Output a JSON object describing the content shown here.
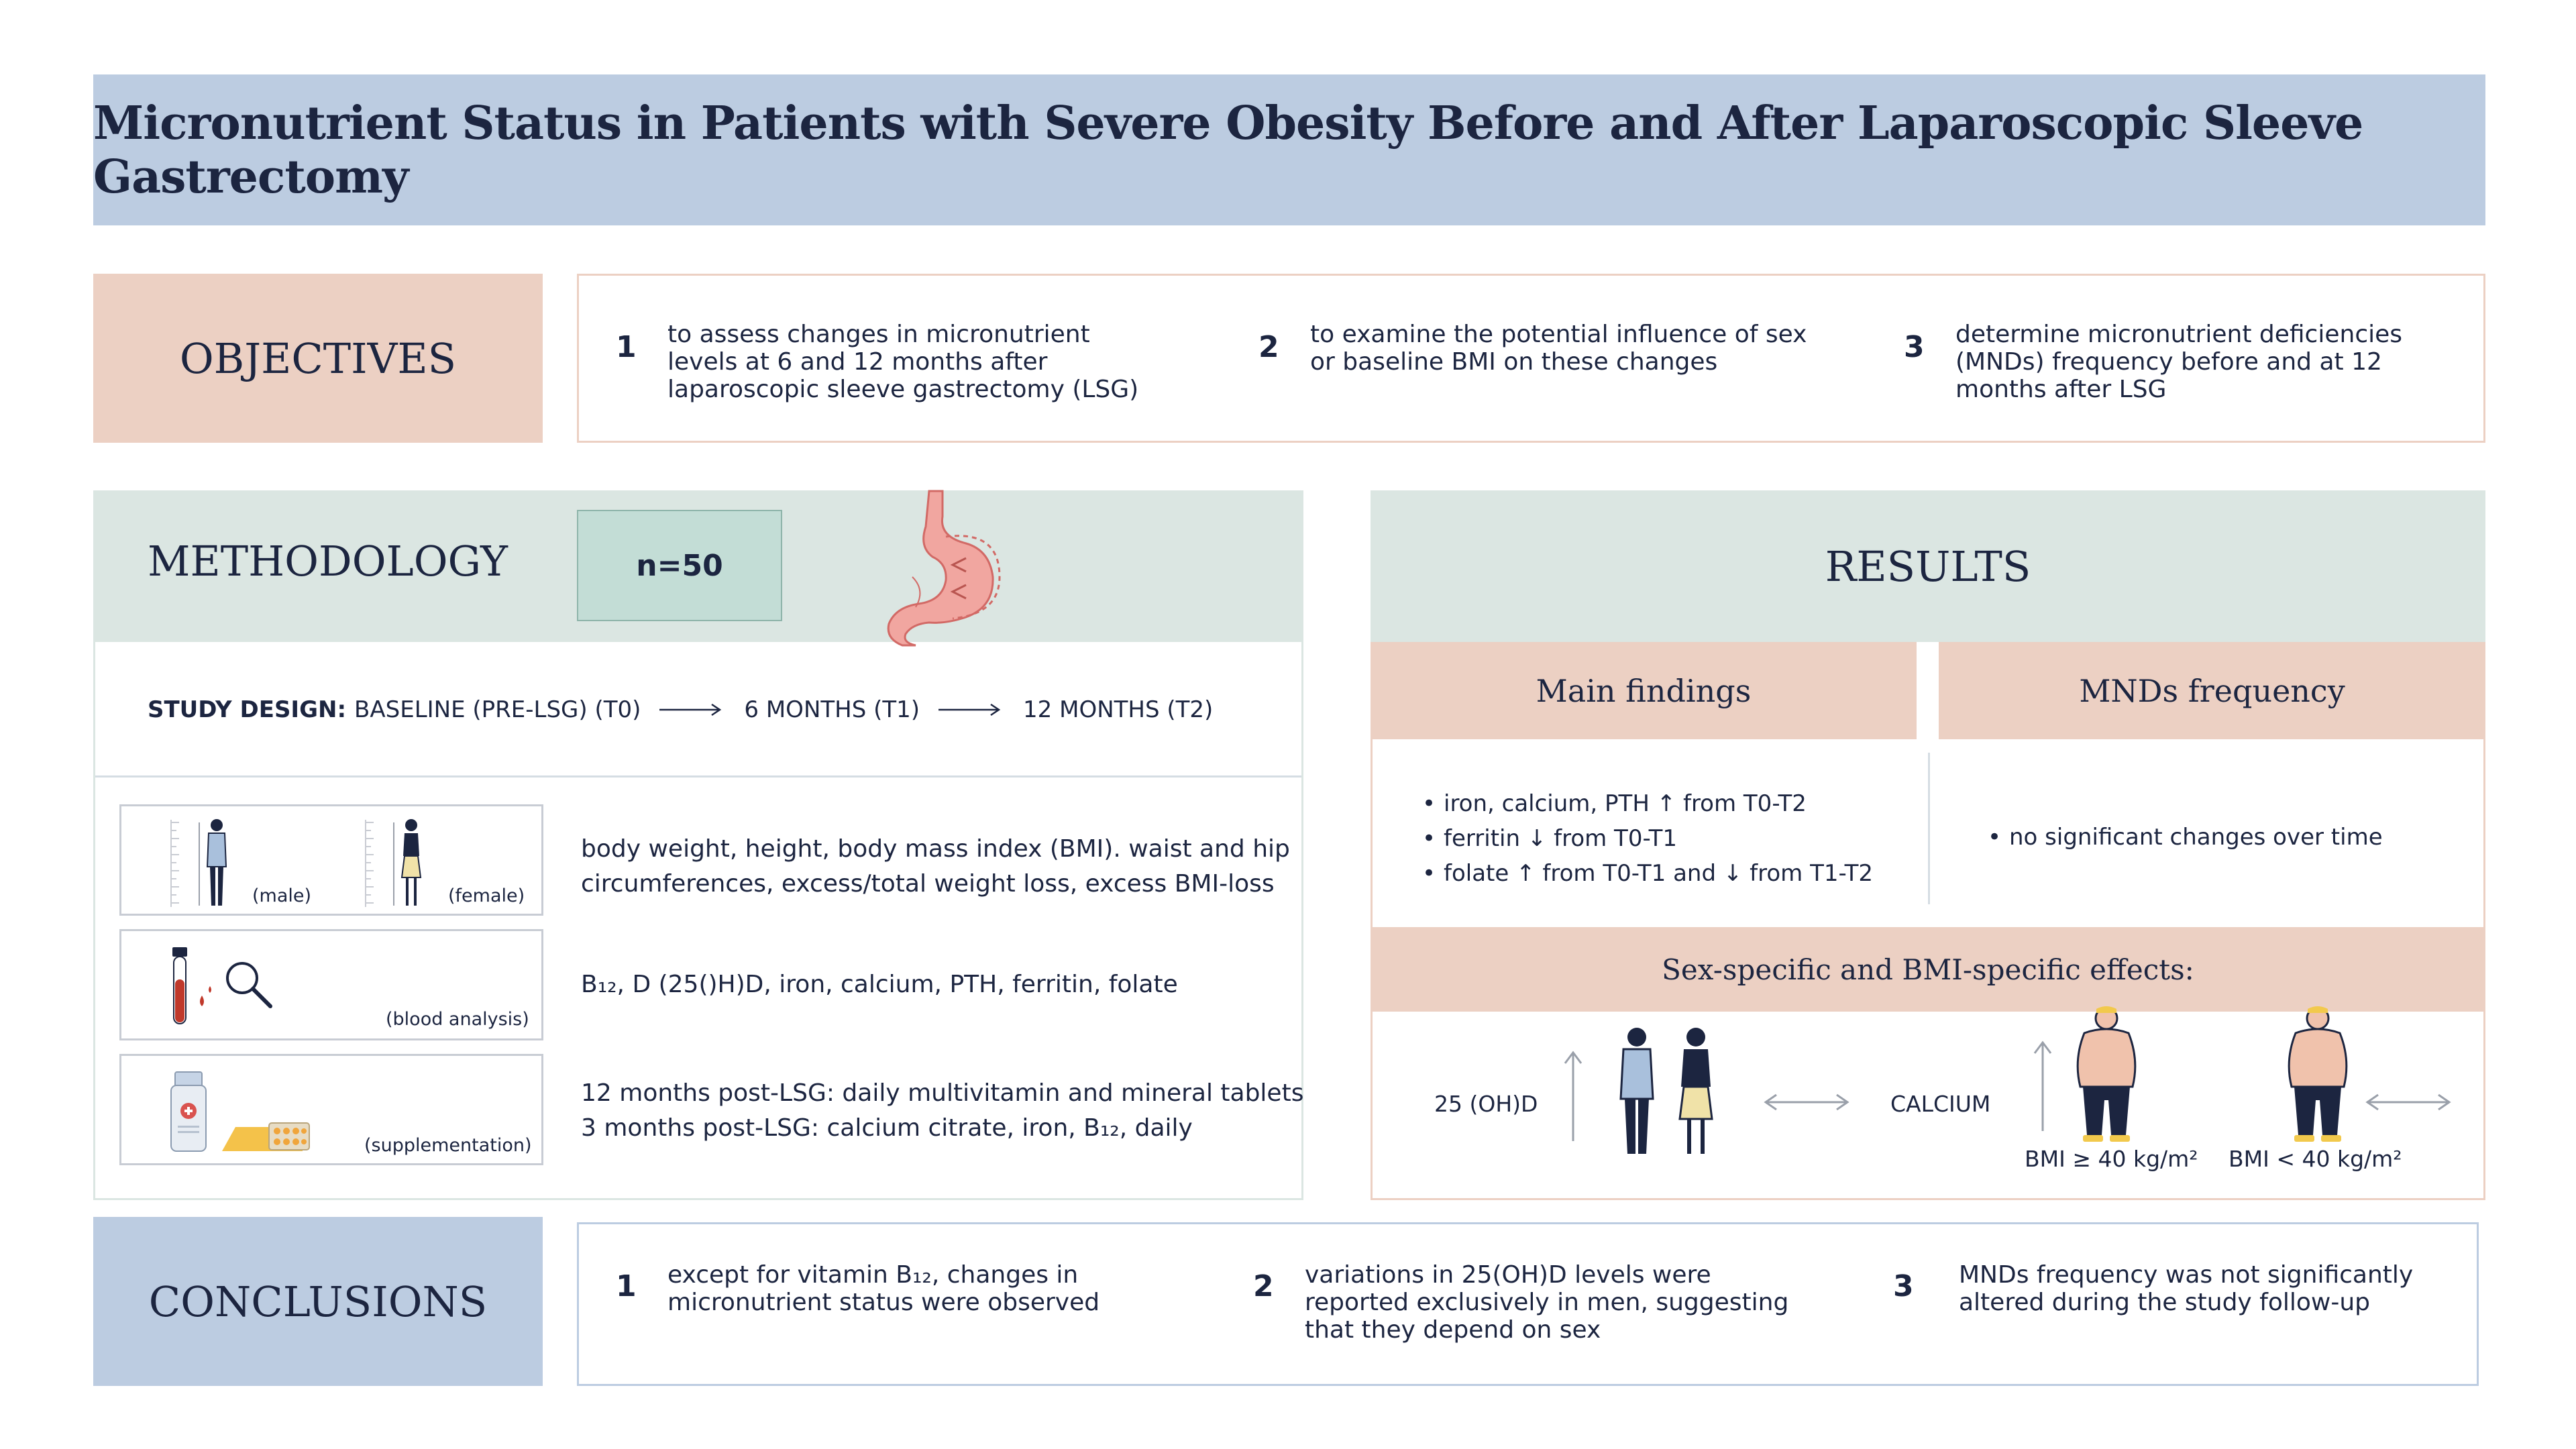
{
  "title": "Micronutrient Status in Patients with Severe Obesity Before and After Laparoscopic Sleeve Gastrectomy",
  "objectives": {
    "label": "OBJECTIVES",
    "items": [
      {
        "num": "1",
        "text": "to assess changes in micronutrient levels at 6 and 12 months after laparoscopic sleeve gastrectomy (LSG)"
      },
      {
        "num": "2",
        "text": "to examine the potential influence of sex or baseline BMI on these changes"
      },
      {
        "num": "3",
        "text": "determine micronutrient deficiencies (MNDs) frequency before and at 12 months after LSG"
      }
    ]
  },
  "methodology": {
    "label": "METHODOLOGY",
    "n": "n=50",
    "study_design": {
      "label": "STUDY DESIGN:",
      "steps": [
        "BASELINE (PRE-LSG) (T0)",
        "6 MONTHS (T1)",
        "12 MONTHS (T2)"
      ]
    },
    "rows": [
      {
        "captions": [
          "(male)",
          "(female)"
        ],
        "lines": [
          "body weight, height, body mass index (BMI). waist and hip",
          "circumferences, excess/total weight loss, excess BMI-loss"
        ]
      },
      {
        "captions": [
          "(blood analysis)"
        ],
        "lines": [
          "B₁₂, D (25()H)D, iron, calcium, PTH, ferritin, folate"
        ]
      },
      {
        "captions": [
          "(supplementation)"
        ],
        "lines": [
          "12 months post-LSG: daily multivitamin and mineral tablets",
          "3 months post-LSG: calcium citrate, iron, B₁₂, daily"
        ]
      }
    ]
  },
  "results": {
    "label": "RESULTS",
    "main_findings": {
      "label": "Main findings",
      "items": [
        "iron, calcium, PTH ↑ from T0-T2",
        "ferritin ↓ from T0-T1",
        "folate ↑ from T0-T1 and ↓ from T1-T2"
      ]
    },
    "mnds": {
      "label": "MNDs frequency",
      "items": [
        "no significant changes over time"
      ]
    },
    "effects": {
      "label": "Sex-specific and BMI-specific effects:",
      "vitd_label": "25 (OH)D",
      "calcium_label": "CALCIUM",
      "bmi_high": "BMI ≥ 40 kg/m²",
      "bmi_low": "BMI < 40 kg/m²"
    }
  },
  "conclusions": {
    "label": "CONCLUSIONS",
    "items": [
      {
        "num": "1",
        "text": "except for vitamin B₁₂, changes in micronutrient status were observed"
      },
      {
        "num": "2",
        "text": "variations in 25(OH)D levels were reported exclusively in men, suggesting that they depend on sex"
      },
      {
        "num": "3",
        "text": "MNDs frequency was not significantly altered during the study follow-up"
      }
    ]
  },
  "colors": {
    "title_bg": "#bccce1",
    "peach": "#ecd0c3",
    "mint": "#dbe6e2",
    "navy_text": "#1c2540"
  },
  "icons": [
    "stomach-icon",
    "male-figure-icon",
    "female-figure-icon",
    "blood-tube-icon",
    "magnifier-icon",
    "pill-bottle-icon",
    "tablet-blister-icon",
    "obese-figure-icon",
    "up-arrow-icon",
    "double-arrow-icon"
  ]
}
